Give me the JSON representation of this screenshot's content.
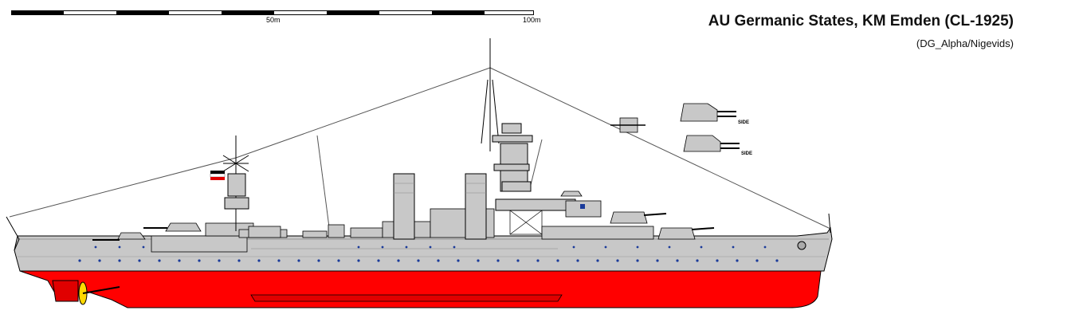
{
  "title": "AU Germanic States, KM Emden (CL-1925)",
  "credit": "(DG_Alpha/Nigevids)",
  "scale": {
    "mid_label": "50m",
    "end_label": "100m"
  },
  "detail_labels": {
    "side_top": "SIDE",
    "side_bottom": "SIDE"
  },
  "colors": {
    "hull_grey": "#c8c8c8",
    "waterline_red": "#ff0000",
    "propeller": "#ffd800",
    "portholes": "#1a3a9a"
  }
}
